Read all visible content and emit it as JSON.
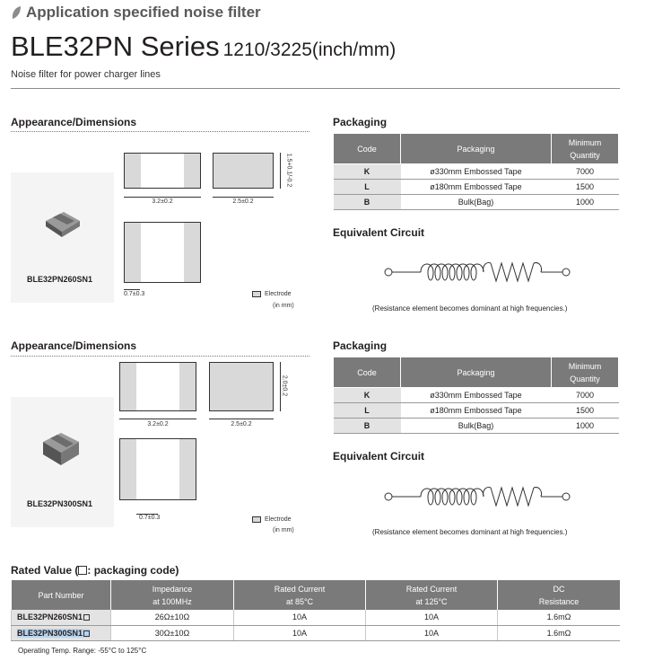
{
  "header": {
    "category": "Application specified noise filter",
    "series": "BLE32PN Series",
    "size": "1210/3225(inch/mm)",
    "subtitle": "Noise filter for power charger lines"
  },
  "products": [
    {
      "appearance_title": "Appearance/Dimensions",
      "part_label": "BLE32PN260SN1",
      "dims": {
        "length": "3.2±0.2",
        "width": "2.5±0.2",
        "thickness": "1.5+0.1/-0.2",
        "electrode": "0.7±0.3"
      },
      "electrode_legend": "Electrode",
      "unit": "(in mm)",
      "packaging_title": "Packaging",
      "circuit_title": "Equivalent Circuit",
      "circuit_caption": "(Resistance element becomes dominant at high frequencies.)"
    },
    {
      "appearance_title": "Appearance/Dimensions",
      "part_label": "BLE32PN300SN1",
      "dims": {
        "length": "3.2±0.2",
        "width": "2.5±0.2",
        "thickness": "2.0±0.2",
        "electrode": "0.7±0.3"
      },
      "electrode_legend": "Electrode",
      "unit": "(in mm)",
      "packaging_title": "Packaging",
      "circuit_title": "Equivalent Circuit",
      "circuit_caption": "(Resistance element becomes dominant at high frequencies.)"
    }
  ],
  "packaging_table": {
    "headers": {
      "code": "Code",
      "packaging": "Packaging",
      "min_qty_1": "Minimum",
      "min_qty_2": "Quantity"
    },
    "rows": [
      {
        "code": "K",
        "packaging": "ø330mm Embossed Tape",
        "qty": "7000"
      },
      {
        "code": "L",
        "packaging": "ø180mm Embossed Tape",
        "qty": "1500"
      },
      {
        "code": "B",
        "packaging": "Bulk(Bag)",
        "qty": "1000"
      }
    ]
  },
  "rated": {
    "title_prefix": "Rated Value (",
    "title_suffix": ": packaging code)",
    "headers": {
      "part": "Part Number",
      "imp_1": "Impedance",
      "imp_2": "at 100MHz",
      "rc85_1": "Rated Current",
      "rc85_2": "at 85°C",
      "rc125_1": "Rated Current",
      "rc125_2": "at 125°C",
      "dc_1": "DC",
      "dc_2": "Resistance"
    },
    "rows": [
      {
        "part": "BLE32PN260SN1",
        "impedance": "26Ω±10Ω",
        "rc85": "10A",
        "rc125": "10A",
        "dcr": "1.6mΩ"
      },
      {
        "part": "BLE32PN300SN1",
        "impedance": "30Ω±10Ω",
        "rc85": "10A",
        "rc125": "10A",
        "dcr": "1.6mΩ"
      }
    ],
    "footnote": "Operating Temp. Range: -55°C to 125°C"
  },
  "colors": {
    "header_gray": "#7a7a7a",
    "code_gray": "#e3e3e3",
    "highlight": "#b9d3ee",
    "category_text": "#595959"
  }
}
